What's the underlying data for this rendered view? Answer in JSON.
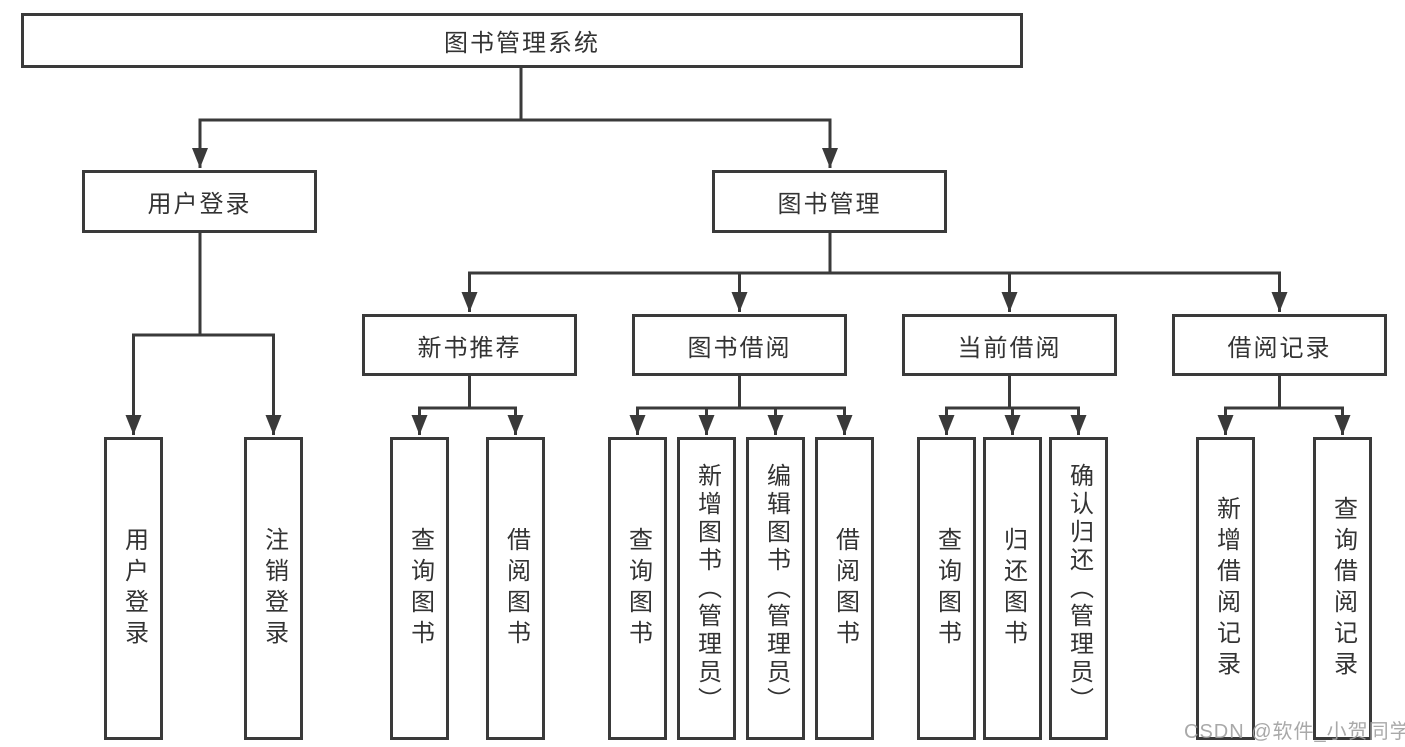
{
  "diagram": {
    "root": {
      "label": "图书管理系统"
    },
    "level2": [
      {
        "label": "用户登录",
        "parent": "图书管理系统"
      },
      {
        "label": "图书管理",
        "parent": "图书管理系统"
      }
    ],
    "level3": [
      {
        "label": "新书推荐",
        "parent": "图书管理"
      },
      {
        "label": "图书借阅",
        "parent": "图书管理"
      },
      {
        "label": "当前借阅",
        "parent": "图书管理"
      },
      {
        "label": "借阅记录",
        "parent": "图书管理"
      }
    ],
    "level4": [
      {
        "label": "用户登录",
        "parent": "用户登录"
      },
      {
        "label": "注销登录",
        "parent": "用户登录"
      },
      {
        "label": "查询图书",
        "parent": "新书推荐"
      },
      {
        "label": "借阅图书",
        "parent": "新书推荐"
      },
      {
        "label": "查询图书",
        "parent": "图书借阅"
      },
      {
        "label": "新增图书（管理员）",
        "parent": "图书借阅"
      },
      {
        "label": "编辑图书（管理员）",
        "parent": "图书借阅"
      },
      {
        "label": "借阅图书",
        "parent": "图书借阅"
      },
      {
        "label": "查询图书",
        "parent": "当前借阅"
      },
      {
        "label": "归还图书",
        "parent": "当前借阅"
      },
      {
        "label": "确认归还（管理员）",
        "parent": "当前借阅"
      },
      {
        "label": "新增借阅记录",
        "parent": "借阅记录"
      },
      {
        "label": "查询借阅记录",
        "parent": "借阅记录"
      }
    ],
    "watermark": {
      "text": "CSDN @软件_小贺同学"
    },
    "colors": {
      "line": "#3a3a3a",
      "text": "#333333",
      "background": "#ffffff",
      "watermark": "#a0a0a0"
    }
  }
}
